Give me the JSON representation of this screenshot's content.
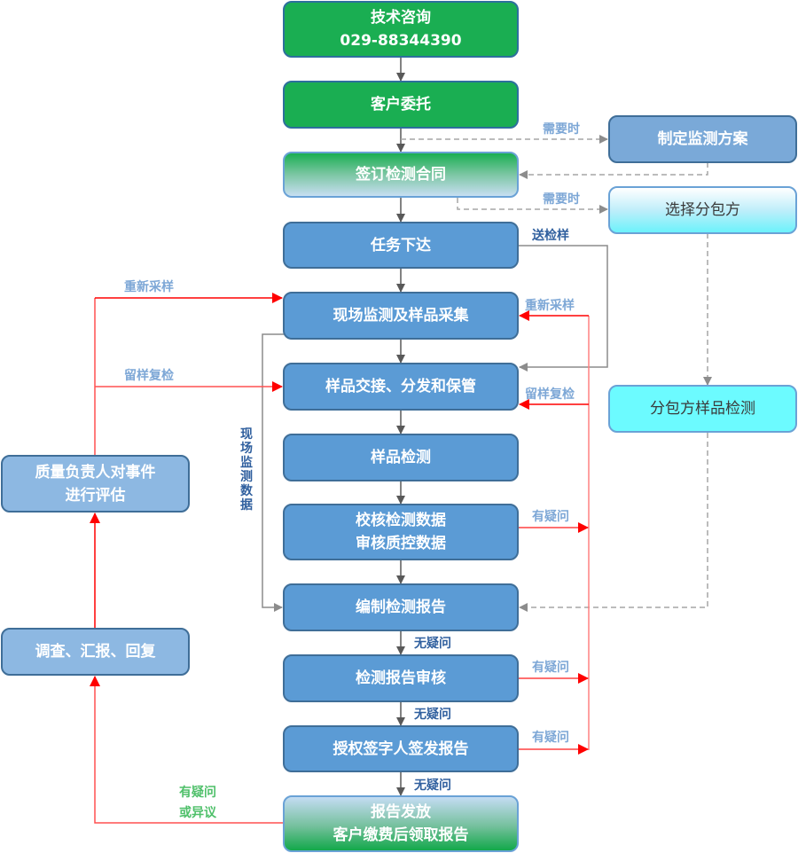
{
  "nodes": {
    "consult": {
      "line1": "技术咨询",
      "line2": "029-88344390"
    },
    "entrust": {
      "label": "客户委托"
    },
    "contract": {
      "label": "签订检测合同"
    },
    "plan": {
      "label": "制定监测方案"
    },
    "subcontractor": {
      "label": "选择分包方"
    },
    "task": {
      "label": "任务下达"
    },
    "sampling": {
      "label": "现场监测及样品采集"
    },
    "handover": {
      "label": "样品交接、分发和保管"
    },
    "sub_test": {
      "label": "分包方样品检测"
    },
    "testing": {
      "label": "样品检测"
    },
    "verify": {
      "line1": "校核检测数据",
      "line2": "审核质控数据"
    },
    "compile": {
      "label": "编制检测报告"
    },
    "review": {
      "label": "检测报告审核"
    },
    "sign": {
      "label": "授权签字人签发报告"
    },
    "issue": {
      "line1": "报告发放",
      "line2": "客户缴费后领取报告"
    },
    "evaluate": {
      "line1": "质量负责人对事件",
      "line2": "进行评估"
    },
    "investigate": {
      "label": "调查、汇报、回复"
    }
  },
  "labels": {
    "when_needed_1": "需要时",
    "when_needed_2": "需要时",
    "send_sample": "送检样",
    "resample_left": "重新采样",
    "recheck_left": "留样复检",
    "resample_right": "重新采样",
    "recheck_right": "留样复检",
    "field_data": "现场监测数据",
    "question_1": "有疑问",
    "question_2": "有疑问",
    "question_3": "有疑问",
    "no_question_1": "无疑问",
    "no_question_2": "无疑问",
    "no_question_3": "无疑问",
    "objection_line1": "有疑问",
    "objection_line2": "或异议"
  },
  "colors": {
    "main_arrow": "#595959",
    "dashed_arrow": "#a6a6a6",
    "feedback_red": "#ff0000",
    "feedback_line": "#ff8080"
  }
}
